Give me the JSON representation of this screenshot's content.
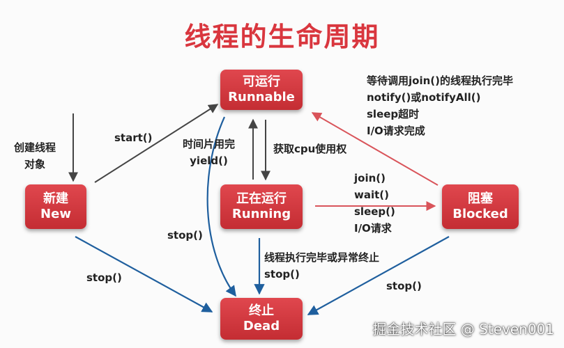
{
  "title": "线程的生命周期",
  "states": {
    "runnable": {
      "zh": "可运行",
      "en": "Runnable"
    },
    "new": {
      "zh": "新建",
      "en": "New"
    },
    "running": {
      "zh": "正在运行",
      "en": "Running"
    },
    "blocked": {
      "zh": "阻塞",
      "en": "Blocked"
    },
    "dead": {
      "zh": "终止",
      "en": "Dead"
    }
  },
  "labels": {
    "create_object": [
      "创建线程",
      "对象"
    ],
    "start": "start()",
    "timeslice": [
      "时间片用完",
      "yield()"
    ],
    "get_cpu": "获取cpu使用权",
    "blocked_to_runnable": [
      "等待调用join()的线程执行完毕",
      "notify()或notifyAll()",
      "sleep超时",
      "I/O请求完成"
    ],
    "running_to_blocked": [
      "join()",
      "wait()",
      "sleep()",
      "I/O请求"
    ],
    "stop_runnable": "stop()",
    "stop_new": "stop()",
    "running_to_dead": [
      "线程执行完毕或异常终止",
      "stop()"
    ],
    "stop_blocked": "stop()"
  },
  "colors": {
    "title": "#d9363e",
    "state_fill": "#d33a40",
    "arrow_blue": "#1f5f9e",
    "arrow_red": "#d9545a",
    "arrow_dark": "#444444"
  },
  "watermark": "掘金技术社区 @ Steven001"
}
